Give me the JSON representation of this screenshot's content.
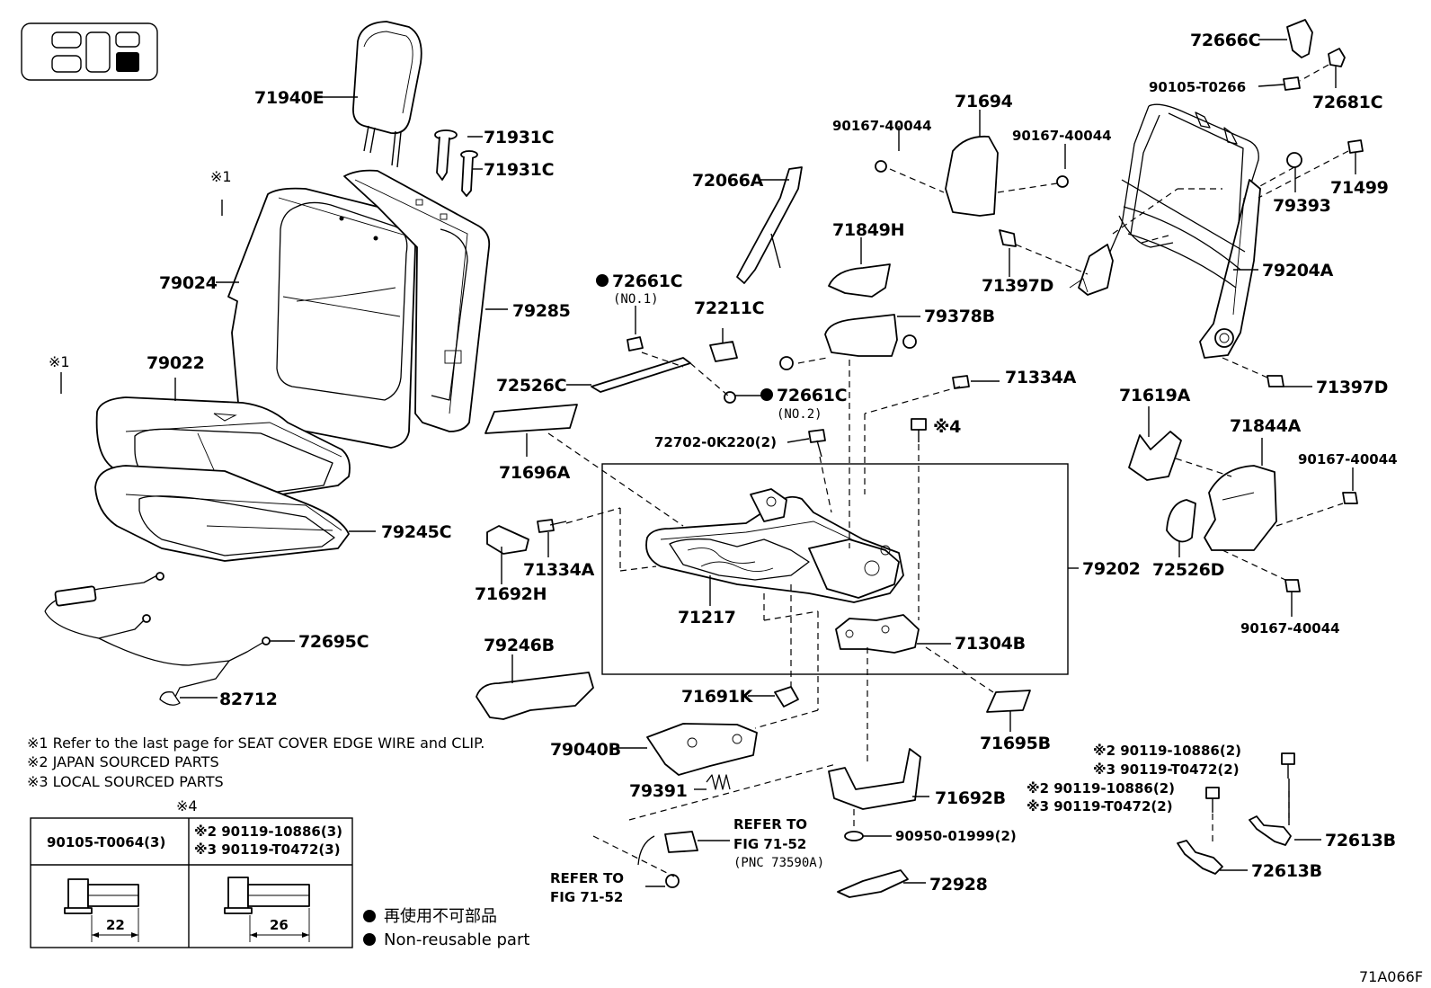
{
  "diagram_code": "71A066F",
  "parts": {
    "p71940E": "71940E",
    "p71931C_a": "71931C",
    "p71931C_b": "71931C",
    "p79024": "79024",
    "p79285": "79285",
    "p79022": "79022",
    "p79245C": "79245C",
    "p72695C": "72695C",
    "p82712": "82712",
    "p72066A": "72066A",
    "p72661C_a": "72661C",
    "p72661C_a_sub": "(NO.1)",
    "p72211C": "72211C",
    "p72526C": "72526C",
    "p72661C_b": "72661C",
    "p72661C_b_sub": "(NO.2)",
    "p71696A": "71696A",
    "p72702": "72702-0K220(2)",
    "p71692H": "71692H",
    "p71334A_a": "71334A",
    "p71217": "71217",
    "p79202": "79202",
    "p79246B": "79246B",
    "p71691K": "71691K",
    "p79040B": "79040B",
    "p79391": "79391",
    "p90167_a": "90167-40044",
    "p71694": "71694",
    "p90167_b": "90167-40044",
    "p71849H": "71849H",
    "p79378B": "79378B",
    "p71397D_a": "71397D",
    "p71334A_b": "71334A",
    "note4_marker": "※4",
    "p71304B": "71304B",
    "p71695B": "71695B",
    "p71692B": "71692B",
    "p90950": "90950-01999(2)",
    "p72928": "72928",
    "p72666C": "72666C",
    "p90105": "90105-T0266",
    "p72681C": "72681C",
    "p71499": "71499",
    "p79393": "79393",
    "p79204A": "79204A",
    "p71397D_b": "71397D",
    "p71619A": "71619A",
    "p71844A": "71844A",
    "p90167_c": "90167-40044",
    "p72526D": "72526D",
    "p90167_d": "90167-40044",
    "bolt1_a": "※2 90119-10886(2)",
    "bolt1_b": "※3 90119-T0472(2)",
    "bolt2_a": "※2 90119-10886(2)",
    "bolt2_b": "※3 90119-T0472(2)",
    "p72613B_a": "72613B",
    "p72613B_b": "72613B",
    "ref1_l1": "REFER TO",
    "ref1_l2": "FIG 71-52",
    "ref1_l3": "(PNC 73590A)",
    "ref2_l1": "REFER TO",
    "ref2_l2": "FIG 71-52"
  },
  "markers": {
    "m1a": "※1",
    "m1b": "※1"
  },
  "notes": [
    "※1  Refer to the last page for SEAT COVER EDGE WIRE and CLIP.",
    "※2  JAPAN SOURCED PARTS",
    "※3  LOCAL SOURCED PARTS"
  ],
  "bolt_table": {
    "marker": "※4",
    "col1_header": "90105-T0064(3)",
    "col2_header_a": "※2 90119-10886(3)",
    "col2_header_b": "※3 90119-T0472(3)",
    "col1_dim": "22",
    "col2_dim": "26"
  },
  "legend": {
    "jp": "再使用不可部品",
    "en": "Non-reusable part"
  }
}
